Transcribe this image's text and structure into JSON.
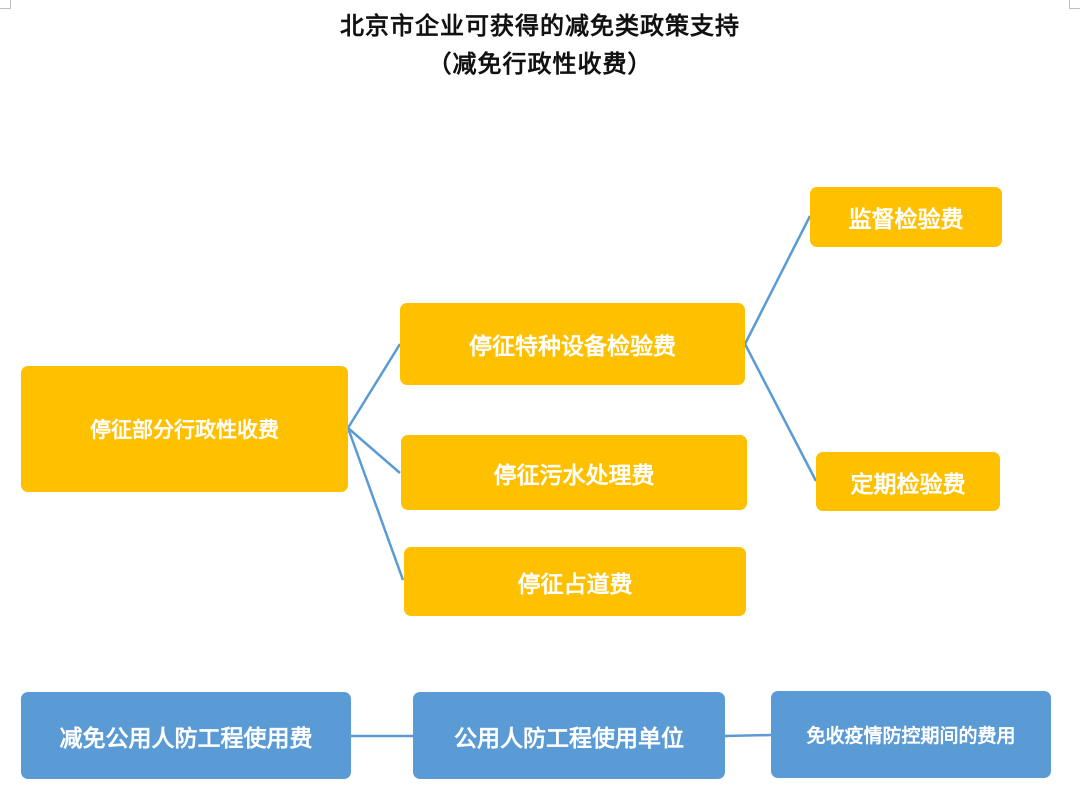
{
  "title": {
    "line1": "北京市企业可获得的减免类政策支持",
    "line2": "（减免行政性收费）"
  },
  "diagram1": {
    "root": "停征部分行政性收费",
    "branches": [
      "停征特种设备检验费",
      "停征污水处理费",
      "停征占道费"
    ],
    "sub_branches": [
      "监督检验费",
      "定期检验费"
    ]
  },
  "diagram2": {
    "nodes": [
      "减免公用人防工程使用费",
      "公用人防工程使用单位",
      "免收疫情防控期间的费用"
    ]
  },
  "colors": {
    "yellow_box": "#ffc000",
    "blue_box": "#5b9bd5",
    "connector": "#5b9bd5",
    "text_on_box": "#ffffff"
  }
}
